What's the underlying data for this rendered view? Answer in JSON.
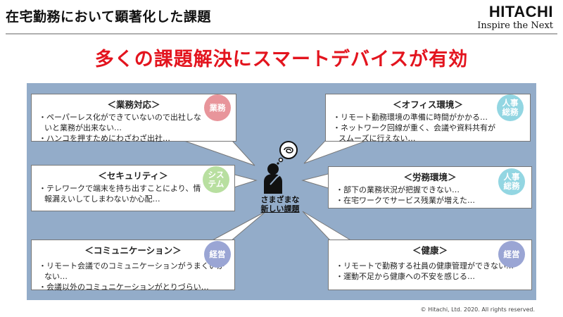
{
  "header": {
    "title": "在宅勤務において顕著化した課題",
    "brand_name": "HITACHI",
    "brand_tagline": "Inspire the Next"
  },
  "headline": "多くの課題解決にスマートデバイスが有効",
  "center": {
    "label_line1": "さまざまな",
    "label_line2": "新しい課題"
  },
  "boxes": [
    {
      "title": "＜業務対応＞",
      "items": [
        "・ペーパーレス化ができていないので出社しないと業務が出来ない…",
        "・ハンコを押すためにわざわざ出社…"
      ],
      "dept": "業務"
    },
    {
      "title": "＜セキュリティ＞",
      "items": [
        "・テレワークで端末を持ち出すことにより、情報漏えいしてしまわないか心配…"
      ],
      "dept": "シス\nテム"
    },
    {
      "title": "＜コミュニケーション＞",
      "items": [
        "・リモート会議でのコミュニケーションがうまくいかない…",
        "・会議以外のコミュニケーションがとりづらい…"
      ],
      "dept": "経営"
    },
    {
      "title": "＜オフィス環境＞",
      "items": [
        "・リモート勤務環境の準備に時間がかかる…",
        "・ネットワーク回線が重く、会議や資料共有がスムーズに行えない…"
      ],
      "dept": "人事\n総務"
    },
    {
      "title": "＜労務環境＞",
      "items": [
        "・部下の業務状況が把握できない…",
        "・在宅ワークでサービス残業が増えた…"
      ],
      "dept": "人事\n総務"
    },
    {
      "title": "＜健康＞",
      "items": [
        "・リモートで勤務する社員の健康管理ができない…",
        "・運動不足から健康への不安を感じる…"
      ],
      "dept": "経営"
    }
  ],
  "footer": {
    "copyright": "© Hitachi, Ltd. 2020. All rights reserved."
  }
}
